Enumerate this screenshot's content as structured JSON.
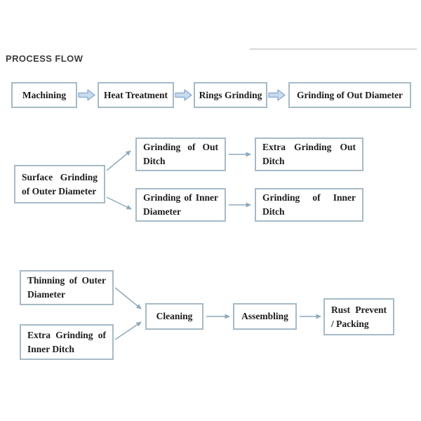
{
  "page": {
    "title": "PROCESS FLOW"
  },
  "colors": {
    "box_border": "#a6bac6",
    "box_fill": "#ffffff",
    "block_arrow_fill": "#c9dbee",
    "block_arrow_stroke": "#84a8cf",
    "thin_arrow": "#8ea9bd",
    "text": "#1c1c1c",
    "title": "#3d3d3d",
    "divider": "#d8d8d8"
  },
  "stage1": {
    "machining": "Machining",
    "heat_treatment": "Heat Treatment",
    "rings_grinding": "Rings Grinding",
    "grinding_out_diameter": "Grinding of Out Diameter"
  },
  "stage2": {
    "surface_grinding": {
      "line1": "Surface Grinding",
      "line2": "of Outer Diameter"
    },
    "grinding_out_ditch": {
      "line1": "Grinding of Out",
      "line2": "Ditch"
    },
    "extra_grinding_out_ditch": {
      "line1": "Extra Grinding Out",
      "line2": "Ditch"
    },
    "grinding_inner_diameter": {
      "line1": "Grinding of Inner",
      "line2": "Diameter"
    },
    "grinding_inner_ditch": {
      "line1": "Grinding of Inner",
      "line2": "Ditch"
    }
  },
  "stage3": {
    "thinning_outer_diameter": {
      "line1": "Thinning of Outer",
      "line2": "Diameter"
    },
    "extra_grinding_inner_ditch": {
      "line1": "Extra Grinding of",
      "line2": "Inner Ditch"
    },
    "cleaning": "Cleaning",
    "assembling": "Assembling",
    "rust_prevent_packing": {
      "line1": "Rust Prevent",
      "line2": "/ Packing"
    }
  }
}
